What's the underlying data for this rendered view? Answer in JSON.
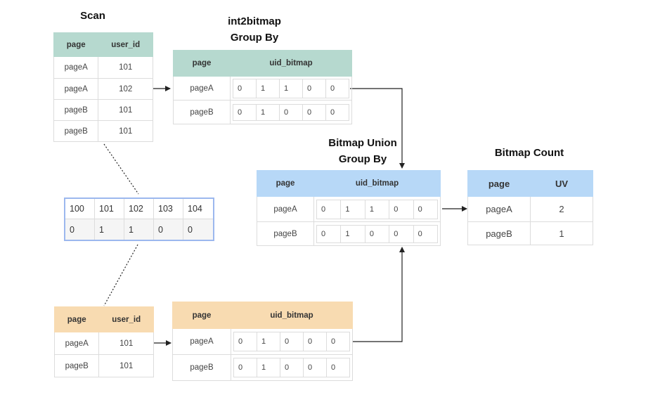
{
  "titles": {
    "scan": "Scan",
    "int2bitmap_1": "int2bitmap",
    "int2bitmap_2": "Group By",
    "union_1": "Bitmap Union",
    "union_2": "Group By",
    "count": "Bitmap Count"
  },
  "scan_top": {
    "headers": [
      "page",
      "user_id"
    ],
    "rows": [
      [
        "pageA",
        "101"
      ],
      [
        "pageA",
        "102"
      ],
      [
        "pageB",
        "101"
      ],
      [
        "pageB",
        "101"
      ]
    ]
  },
  "bitmap_detail": {
    "ids": [
      "100",
      "101",
      "102",
      "103",
      "104"
    ],
    "bits": [
      "0",
      "1",
      "1",
      "0",
      "0"
    ]
  },
  "scan_bottom": {
    "headers": [
      "page",
      "user_id"
    ],
    "rows": [
      [
        "pageA",
        "101"
      ],
      [
        "pageB",
        "101"
      ]
    ]
  },
  "groupby_top": {
    "headers": [
      "page",
      "uid_bitmap"
    ],
    "rows": [
      {
        "page": "pageA",
        "bits": [
          "0",
          "1",
          "1",
          "0",
          "0"
        ]
      },
      {
        "page": "pageB",
        "bits": [
          "0",
          "1",
          "0",
          "0",
          "0"
        ]
      }
    ]
  },
  "groupby_bottom": {
    "headers": [
      "page",
      "uid_bitmap"
    ],
    "rows": [
      {
        "page": "pageA",
        "bits": [
          "0",
          "1",
          "0",
          "0",
          "0"
        ]
      },
      {
        "page": "pageB",
        "bits": [
          "0",
          "1",
          "0",
          "0",
          "0"
        ]
      }
    ]
  },
  "union": {
    "headers": [
      "page",
      "uid_bitmap"
    ],
    "rows": [
      {
        "page": "pageA",
        "bits": [
          "0",
          "1",
          "1",
          "0",
          "0"
        ]
      },
      {
        "page": "pageB",
        "bits": [
          "0",
          "1",
          "0",
          "0",
          "0"
        ]
      }
    ]
  },
  "count": {
    "headers": [
      "page",
      "UV"
    ],
    "rows": [
      [
        "pageA",
        "2"
      ],
      [
        "pageB",
        "1"
      ]
    ]
  },
  "colors": {
    "teal": "#b6d9cf",
    "blue": "#b7d8f7",
    "orange": "#f8dbb1",
    "detail_border": "#9cb8ee"
  }
}
